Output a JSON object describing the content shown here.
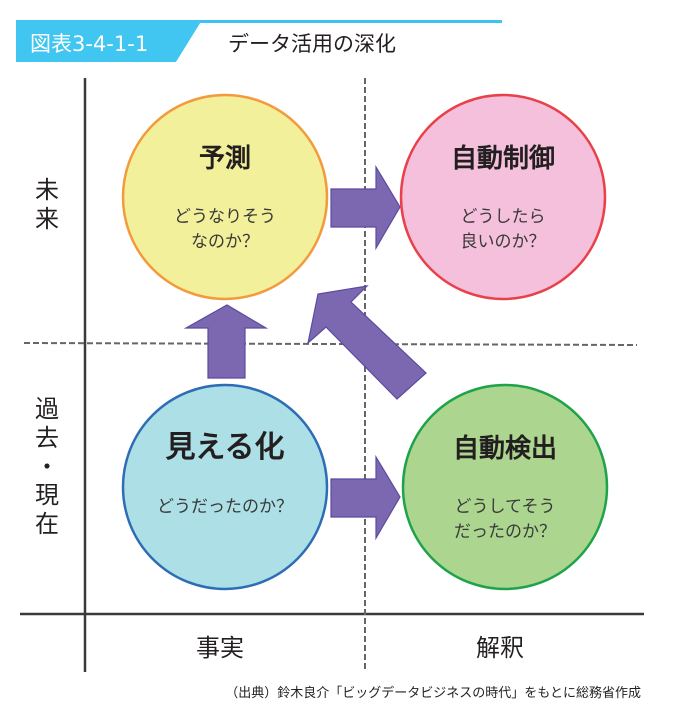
{
  "header": {
    "figure_number": "図表3-4-1-1",
    "title": "データ活用の深化",
    "accent_color": "#41c5f1"
  },
  "axes": {
    "y_top_label": "未来",
    "y_bottom_label": "過去・現在",
    "x_left_label": "事実",
    "x_right_label": "解釈"
  },
  "quadrants": [
    {
      "id": "prediction",
      "title": "予測",
      "question_lines": [
        "どうなりそう",
        "なのか？"
      ],
      "fill": "#f2f09a",
      "stroke": "#f39a3d"
    },
    {
      "id": "auto-control",
      "title": "自動制御",
      "question_lines": [
        "どうしたら",
        "良いのか？"
      ],
      "fill": "#f4c0dc",
      "stroke": "#e8414a"
    },
    {
      "id": "visualization",
      "title": "見える化",
      "question_lines": [
        "どうだったのか？"
      ],
      "fill": "#ade0e6",
      "stroke": "#2e6db5"
    },
    {
      "id": "auto-detection",
      "title": "自動検出",
      "question_lines": [
        "どうしてそう",
        "だったのか？"
      ],
      "fill": "#acd68f",
      "stroke": "#1ea34a"
    }
  ],
  "arrows": [
    {
      "from": "prediction",
      "to": "auto-control",
      "direction": "right"
    },
    {
      "from": "visualization",
      "to": "auto-detection",
      "direction": "right"
    },
    {
      "from": "visualization",
      "to": "prediction",
      "direction": "up"
    },
    {
      "from": "auto-detection",
      "to": "prediction",
      "direction": "up-left"
    }
  ],
  "arrow_color": "#7b68b1",
  "caption": "（出典）鈴木良介「ビッグデータビジネスの時代」をもとに総務省作成"
}
